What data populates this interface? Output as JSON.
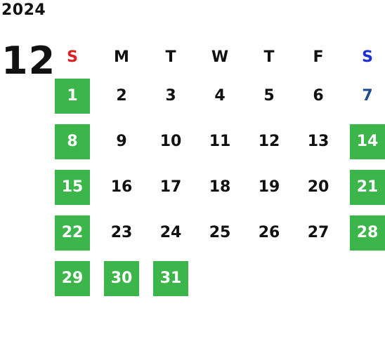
{
  "calendar": {
    "year": "2024",
    "month": "12",
    "weekdays": [
      "S",
      "M",
      "T",
      "W",
      "T",
      "F",
      "S"
    ],
    "weeks": [
      [
        {
          "d": "1",
          "k": "holiday"
        },
        {
          "d": "2",
          "k": ""
        },
        {
          "d": "3",
          "k": ""
        },
        {
          "d": "4",
          "k": ""
        },
        {
          "d": "5",
          "k": ""
        },
        {
          "d": "6",
          "k": ""
        },
        {
          "d": "7",
          "k": "sat-plain"
        }
      ],
      [
        {
          "d": "8",
          "k": "holiday"
        },
        {
          "d": "9",
          "k": ""
        },
        {
          "d": "10",
          "k": ""
        },
        {
          "d": "11",
          "k": ""
        },
        {
          "d": "12",
          "k": ""
        },
        {
          "d": "13",
          "k": ""
        },
        {
          "d": "14",
          "k": "holiday"
        }
      ],
      [
        {
          "d": "15",
          "k": "holiday"
        },
        {
          "d": "16",
          "k": ""
        },
        {
          "d": "17",
          "k": ""
        },
        {
          "d": "18",
          "k": ""
        },
        {
          "d": "19",
          "k": ""
        },
        {
          "d": "20",
          "k": ""
        },
        {
          "d": "21",
          "k": "holiday"
        }
      ],
      [
        {
          "d": "22",
          "k": "holiday"
        },
        {
          "d": "23",
          "k": ""
        },
        {
          "d": "24",
          "k": ""
        },
        {
          "d": "25",
          "k": ""
        },
        {
          "d": "26",
          "k": ""
        },
        {
          "d": "27",
          "k": ""
        },
        {
          "d": "28",
          "k": "holiday"
        }
      ],
      [
        {
          "d": "29",
          "k": "holiday"
        },
        {
          "d": "30",
          "k": "holiday"
        },
        {
          "d": "31",
          "k": "holiday"
        },
        {
          "d": "",
          "k": "empty"
        },
        {
          "d": "",
          "k": "empty"
        },
        {
          "d": "",
          "k": "empty"
        },
        {
          "d": "",
          "k": "empty"
        }
      ]
    ],
    "colors": {
      "holiday_bg": "#3cb54a",
      "sunday_header": "#e02020",
      "saturday_header": "#1a2fd6",
      "saturday_date": "#1f4e8c"
    }
  }
}
